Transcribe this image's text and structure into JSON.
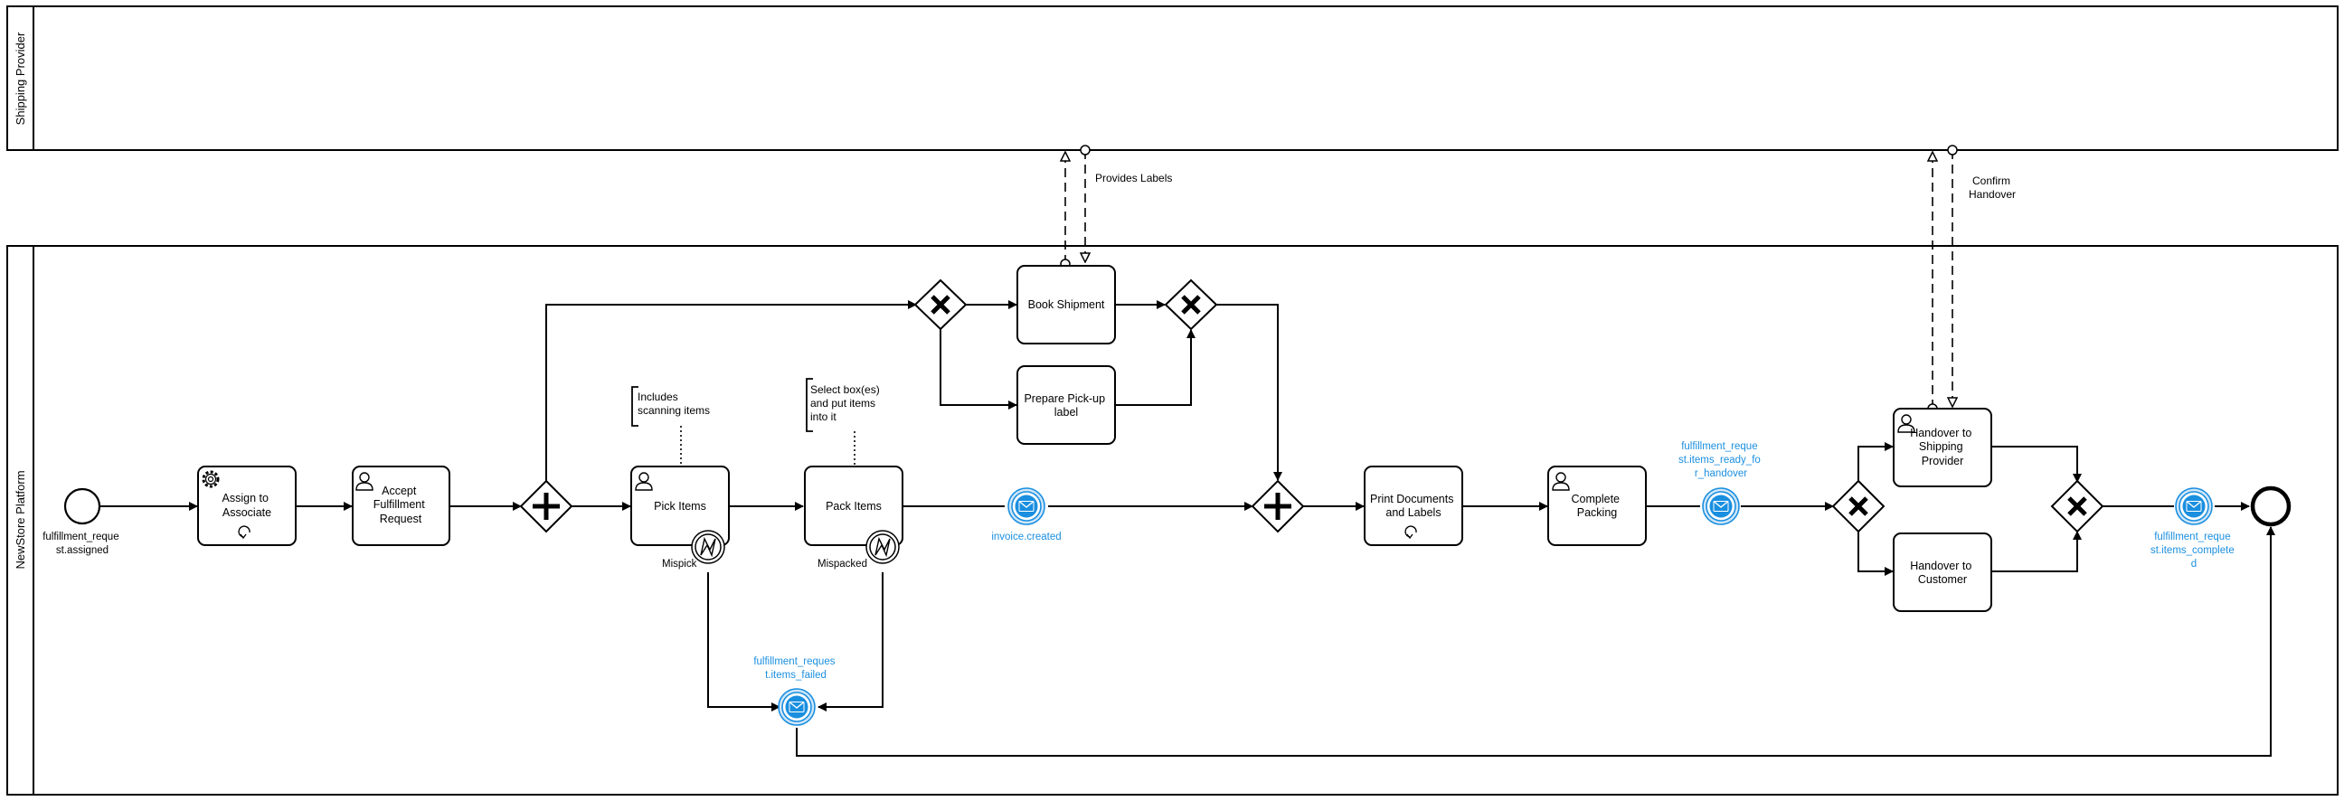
{
  "pools": {
    "top": "Shipping Provider",
    "main": "NewStore Platform"
  },
  "events": {
    "start": "fulfillment_request.assigned",
    "invoice": "invoice.created",
    "items_failed": "fulfillment_request.items_failed",
    "ready_for_handover": "fulfillment_request.items_ready_for_handover",
    "completed": "fulfillment_request.items_completed"
  },
  "tasks": {
    "assign": "Assign to Associate",
    "accept": "Accept Fulfillment Request",
    "pick": "Pick Items",
    "pack": "Pack Items",
    "book": "Book Shipment",
    "prepare": "Prepare Pick-up label",
    "print": "Print Documents and Labels",
    "complete": "Complete Packing",
    "handover_shipping": "Handover to Shipping Provider",
    "handover_customer": "Handover to Customer"
  },
  "boundary": {
    "mispick": "Mispick",
    "mispacked": "Mispacked"
  },
  "annotations": {
    "pick": "Includes scanning items",
    "pack": "Select box(es) and put items into it"
  },
  "message_flows": {
    "labels": "Provides Labels",
    "handover": "Confirm Handover"
  },
  "colors": {
    "stroke": "#000000",
    "message_event": "#1a8fe0",
    "message_event_fill": "#cfe6f7",
    "background": "#ffffff"
  }
}
